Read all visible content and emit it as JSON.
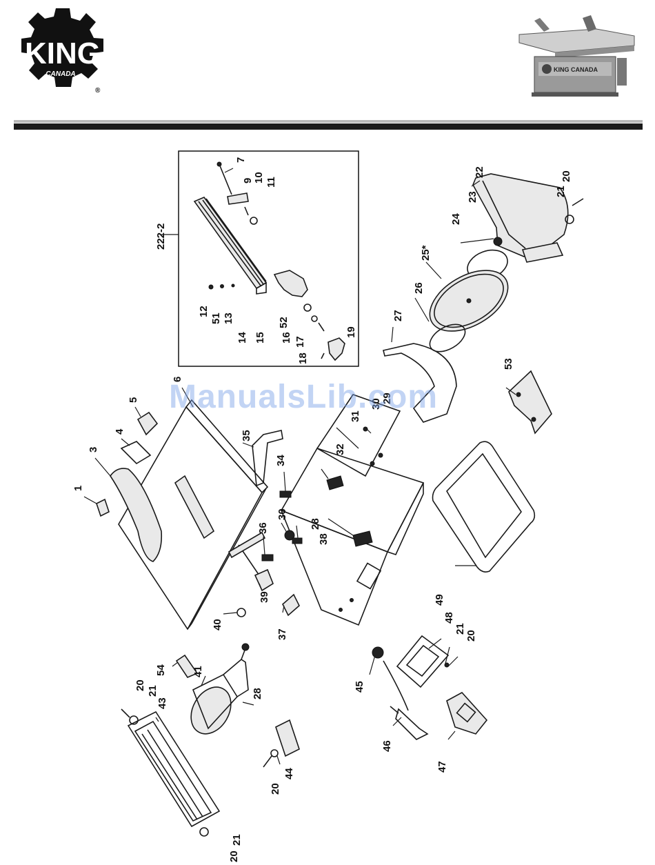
{
  "brand": {
    "name": "KING",
    "sub": "CANADA",
    "reg": "®"
  },
  "product_photo": {
    "label": "KING CANADA"
  },
  "watermark": "ManualsLib.com",
  "inset": {
    "label": "222-2"
  },
  "callouts": [
    {
      "id": "p1",
      "text": "1"
    },
    {
      "id": "p3",
      "text": "3"
    },
    {
      "id": "p4",
      "text": "4"
    },
    {
      "id": "p5",
      "text": "5"
    },
    {
      "id": "p6",
      "text": "6"
    },
    {
      "id": "p7",
      "text": "7"
    },
    {
      "id": "p9",
      "text": "9"
    },
    {
      "id": "p10",
      "text": "10"
    },
    {
      "id": "p11",
      "text": "11"
    },
    {
      "id": "p12",
      "text": "12"
    },
    {
      "id": "p51",
      "text": "51"
    },
    {
      "id": "p13",
      "text": "13"
    },
    {
      "id": "p14",
      "text": "14"
    },
    {
      "id": "p15",
      "text": "15"
    },
    {
      "id": "p52",
      "text": "52"
    },
    {
      "id": "p16",
      "text": "16"
    },
    {
      "id": "p17",
      "text": "17"
    },
    {
      "id": "p18",
      "text": "18"
    },
    {
      "id": "p19",
      "text": "19"
    },
    {
      "id": "p22",
      "text": "22"
    },
    {
      "id": "p21a",
      "text": "21"
    },
    {
      "id": "p20a",
      "text": "20"
    },
    {
      "id": "p23",
      "text": "23"
    },
    {
      "id": "p24",
      "text": "24"
    },
    {
      "id": "p25",
      "text": "25*"
    },
    {
      "id": "p26",
      "text": "26"
    },
    {
      "id": "p27",
      "text": "27"
    },
    {
      "id": "p29",
      "text": "29"
    },
    {
      "id": "p30a",
      "text": "30"
    },
    {
      "id": "p31",
      "text": "31"
    },
    {
      "id": "p32",
      "text": "32"
    },
    {
      "id": "p35",
      "text": "35"
    },
    {
      "id": "p34",
      "text": "34"
    },
    {
      "id": "p30b",
      "text": "30"
    },
    {
      "id": "p28a",
      "text": "28"
    },
    {
      "id": "p36",
      "text": "36"
    },
    {
      "id": "p38",
      "text": "38"
    },
    {
      "id": "p53",
      "text": "53"
    },
    {
      "id": "p49",
      "text": "49"
    },
    {
      "id": "p39",
      "text": "39"
    },
    {
      "id": "p40",
      "text": "40"
    },
    {
      "id": "p37",
      "text": "37"
    },
    {
      "id": "p48",
      "text": "48"
    },
    {
      "id": "p21b",
      "text": "21"
    },
    {
      "id": "p20b",
      "text": "20"
    },
    {
      "id": "p54",
      "text": "54"
    },
    {
      "id": "p41",
      "text": "41"
    },
    {
      "id": "p45",
      "text": "45"
    },
    {
      "id": "p20c",
      "text": "20"
    },
    {
      "id": "p21c",
      "text": "21"
    },
    {
      "id": "p43",
      "text": "43"
    },
    {
      "id": "p28b",
      "text": "28"
    },
    {
      "id": "p46",
      "text": "46"
    },
    {
      "id": "p47",
      "text": "47"
    },
    {
      "id": "p20d",
      "text": "20"
    },
    {
      "id": "p44",
      "text": "44"
    },
    {
      "id": "p21d",
      "text": "21"
    },
    {
      "id": "p20e",
      "text": "20"
    }
  ]
}
